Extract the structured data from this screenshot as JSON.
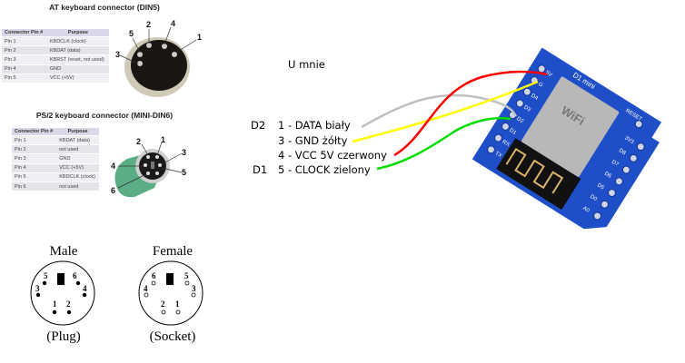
{
  "din5": {
    "title": "AT keyboard connector (DIN5)",
    "headers": [
      "Connector Pin #",
      "Purpose"
    ],
    "rows": [
      [
        "Pin 1",
        "KBDCLK (clock)"
      ],
      [
        "Pin 2",
        "KBDAT (data)"
      ],
      [
        "Pin 3",
        "KBRST (reset, not used)"
      ],
      [
        "Pin 4",
        "GND"
      ],
      [
        "Pin 5",
        "VCC (+5V)"
      ]
    ],
    "pin_labels": [
      "1",
      "2",
      "3",
      "4",
      "5"
    ]
  },
  "ps2": {
    "title": "PS/2 keyboard connector (MINI-DIN6)",
    "headers": [
      "Connector Pin #",
      "Purpose"
    ],
    "rows": [
      [
        "Pin 1",
        "KBDAT (data)"
      ],
      [
        "Pin 2",
        "not used"
      ],
      [
        "Pin 3",
        "GND"
      ],
      [
        "Pin 4",
        "VCC (+5V)"
      ],
      [
        "Pin 5",
        "KBDCLK (clock)"
      ],
      [
        "Pin 6",
        "not used"
      ]
    ],
    "pin_labels": [
      "1",
      "2",
      "3",
      "4",
      "5",
      "6"
    ]
  },
  "pinout": {
    "male_label": "Male",
    "male_caption": "(Plug)",
    "male_pins": [
      "5",
      "6",
      "3",
      "4",
      "1",
      "2"
    ],
    "female_label": "Female",
    "female_caption": "(Socket)",
    "female_pins": [
      "6",
      "5",
      "4",
      "3",
      "2",
      "1"
    ]
  },
  "wiring": {
    "heading": "U mnie",
    "items": [
      {
        "gpio": "D2",
        "text": "1 - DATA biały",
        "color": "#c0c0c0"
      },
      {
        "gpio": "",
        "text": "3 - GND żółty",
        "color": "#ffff00"
      },
      {
        "gpio": "",
        "text": "4 - VCC 5V czerwony",
        "color": "#ff0000"
      },
      {
        "gpio": "D1",
        "text": "5 - CLOCK zielony",
        "color": "#00dd00"
      }
    ]
  },
  "board": {
    "name": "D1 mini",
    "left_pins": [
      "5V",
      "G",
      "D4",
      "D3",
      "D2",
      "D1",
      "RX",
      "TX"
    ],
    "right_pins": [
      "3V3",
      "D8",
      "D7",
      "D6",
      "D5",
      "D0",
      "A0",
      "RST"
    ],
    "reset_label": "RESET",
    "module_text": "WiFi",
    "colors": {
      "pcb": "#1f4fc8",
      "shield": "#b8b8b8",
      "antenna": "#111111"
    }
  }
}
